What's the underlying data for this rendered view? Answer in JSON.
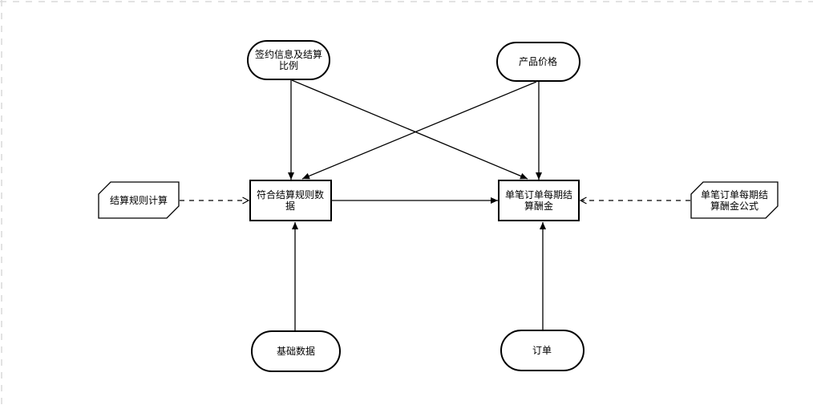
{
  "canvas": {
    "background": "#ffffff",
    "page_border_color": "#d9d9d9",
    "node_fill": "#ffffff",
    "node_stroke": "#000000",
    "edge_color": "#000000"
  },
  "nodes": {
    "contract_info": {
      "label": "签约信息及结算比例",
      "shape": "stadium"
    },
    "product_price": {
      "label": "产品价格",
      "shape": "stadium"
    },
    "matched_data": {
      "label": "符合结算规则数据",
      "shape": "rectangle"
    },
    "settlement_fee": {
      "label": "单笔订单每期结算酬金",
      "shape": "rectangle"
    },
    "rule_calc": {
      "label": "结算规则计算",
      "shape": "card"
    },
    "fee_formula": {
      "label": "单笔订单每期结算酬金公式",
      "shape": "card"
    },
    "base_data": {
      "label": "基础数据",
      "shape": "stadium"
    },
    "order": {
      "label": "订单",
      "shape": "stadium"
    }
  },
  "edges": [
    {
      "from": "contract_info",
      "to": "matched_data",
      "style": "solid",
      "head": "filled"
    },
    {
      "from": "contract_info",
      "to": "settlement_fee",
      "style": "solid",
      "head": "filled"
    },
    {
      "from": "product_price",
      "to": "settlement_fee",
      "style": "solid",
      "head": "filled"
    },
    {
      "from": "product_price",
      "to": "matched_data",
      "style": "solid",
      "head": "filled"
    },
    {
      "from": "matched_data",
      "to": "settlement_fee",
      "style": "solid",
      "head": "filled"
    },
    {
      "from": "base_data",
      "to": "matched_data",
      "style": "solid",
      "head": "filled"
    },
    {
      "from": "order",
      "to": "settlement_fee",
      "style": "solid",
      "head": "filled"
    },
    {
      "from": "rule_calc",
      "to": "matched_data",
      "style": "dashed",
      "head": "open"
    },
    {
      "from": "fee_formula",
      "to": "settlement_fee",
      "style": "dashed",
      "head": "open"
    }
  ]
}
